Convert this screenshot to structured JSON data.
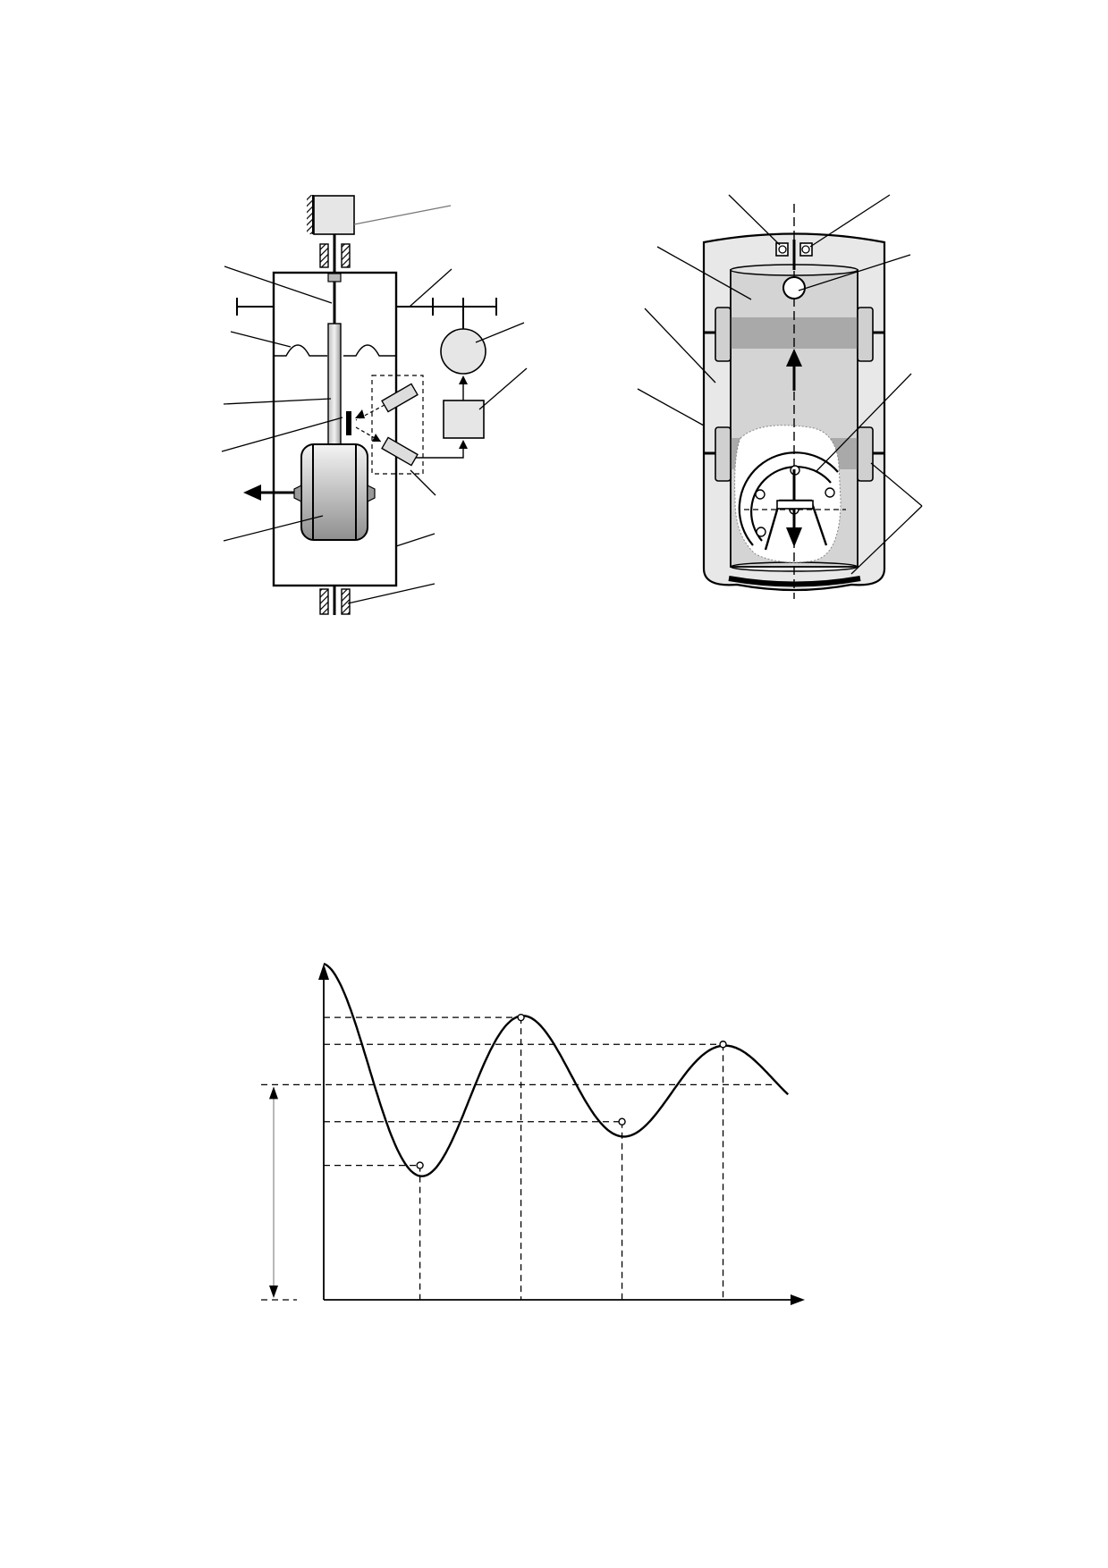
{
  "figures": [
    {
      "id": "left-schematic",
      "labels": []
    },
    {
      "id": "right-schematic",
      "labels": []
    },
    {
      "id": "oscillation-graph",
      "labels": []
    }
  ],
  "colors": {
    "stroke": "#000000",
    "light_fill": "#e6e6e6",
    "mid_fill": "#d4d4d4",
    "dark_fill": "#a9a9a9",
    "leader_gray": "#777777"
  },
  "chart_data": {
    "type": "line",
    "title": "",
    "xlabel": "",
    "ylabel": "",
    "axis_ticks_printed": false,
    "description_note": "",
    "x": [
      0,
      1,
      2,
      3,
      4,
      5,
      6,
      7,
      8,
      9,
      10,
      11,
      12,
      13,
      14,
      15,
      16,
      17,
      18,
      19,
      20,
      21,
      22,
      23,
      24
    ],
    "series": [
      {
        "name": "",
        "values": []
      }
    ],
    "equilibrium_level": 0.64,
    "extrema": [
      {
        "x": 0.2,
        "y": 0.4,
        "kind": "min"
      },
      {
        "x": 0.41,
        "y": 0.84,
        "kind": "max"
      },
      {
        "x": 0.62,
        "y": 0.53,
        "kind": "min"
      },
      {
        "x": 0.83,
        "y": 0.76,
        "kind": "max"
      }
    ],
    "grid": false,
    "legend": "none"
  }
}
